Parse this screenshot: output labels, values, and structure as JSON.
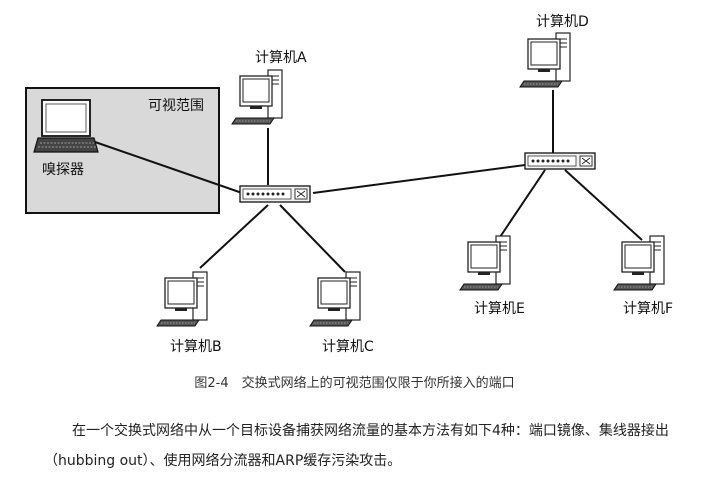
{
  "diagram": {
    "sniffer_label": "嗅探器",
    "visible_range_label": "可视范围",
    "computers": {
      "A": "计算机A",
      "B": "计算机B",
      "C": "计算机C",
      "D": "计算机D",
      "E": "计算机E",
      "F": "计算机F"
    }
  },
  "caption": "图2-4　交换式网络上的可视范围仅限于你所接入的端口",
  "paragraph": "在一个交换式网络中从一个目标设备捕获网络流量的基本方法有如下4种：端口镜像、集线器接出（hubbing out）、使用网络分流器和ARP缓存污染攻击。"
}
